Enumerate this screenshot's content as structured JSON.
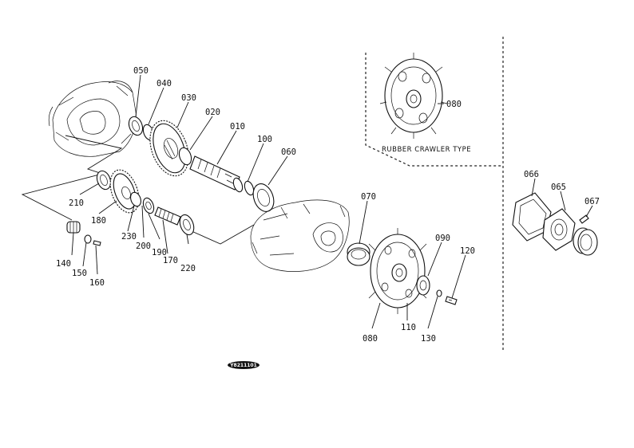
{
  "diagram": {
    "inset_caption": "RUBBER CRAWLER TYPE",
    "stamp_text": "Y8211101",
    "part_labels": {
      "p010": "010",
      "p020": "020",
      "p030": "030",
      "p040": "040",
      "p050": "050",
      "p060": "060",
      "p070": "070",
      "p080_inset": "080",
      "p080": "080",
      "p090": "090",
      "p100": "100",
      "p110": "110",
      "p120": "120",
      "p130": "130",
      "p140": "140",
      "p150": "150",
      "p160": "160",
      "p170": "170",
      "p180": "180",
      "p190": "190",
      "p200": "200",
      "p210": "210",
      "p220": "220",
      "p230": "230",
      "p065": "065",
      "p066": "066",
      "p067": "067"
    }
  }
}
